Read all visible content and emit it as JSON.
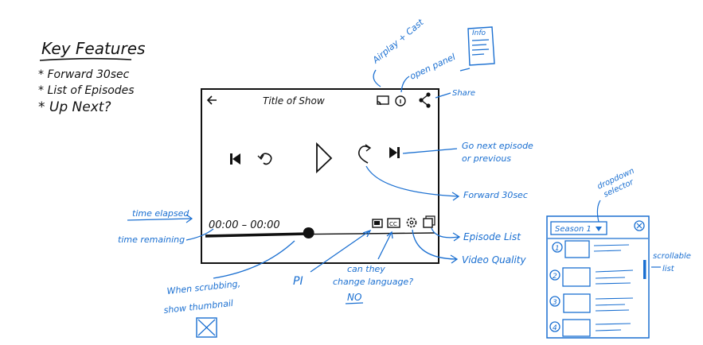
{
  "colors": {
    "ink": "#111111",
    "annotation": "#1a6fd1",
    "background": "#ffffff"
  },
  "key_features": {
    "title": "Key Features",
    "items": [
      "* Forward 30sec",
      "* List of Episodes",
      "* Up Next?"
    ]
  },
  "player": {
    "title": "Title of Show",
    "time_text": "00:00 – 00:00",
    "progress": 0.45,
    "icons": {
      "back": "back-arrow-icon",
      "cast": "cast-icon",
      "info": "info-icon",
      "share": "share-icon",
      "prev": "skip-previous-icon",
      "rewind": "rewind-icon",
      "play": "play-icon",
      "forward": "forward-icon",
      "next": "skip-next-icon",
      "pip": "pip-icon",
      "cc": "cc-icon",
      "settings": "gear-icon",
      "episodes": "episode-list-icon"
    }
  },
  "annotations": {
    "airplay_cast": "Airplay + Cast",
    "open_panel": "open panel",
    "info": "Info",
    "share": "Share",
    "go_next_1": "Go next episode",
    "go_next_2": "or previous",
    "forward_30": "Forward 30sec",
    "episode_list": "Episode List",
    "video_quality": "Video Quality",
    "time_elapsed": "time elapsed",
    "time_remaining": "time remaining",
    "when_scrubbing_1": "When scrubbing,",
    "when_scrubbing_2": "show thumbnail",
    "pip": "PI",
    "change_lang_1": "can they",
    "change_lang_2": "change language?",
    "change_lang_3": "NO",
    "dropdown_1": "dropdown",
    "dropdown_2": "selector",
    "scrollable_1": "scrollable",
    "scrollable_2": "list"
  },
  "episode_panel": {
    "season_label": "Season 1",
    "episodes": [
      "1",
      "2",
      "3",
      "4"
    ]
  }
}
